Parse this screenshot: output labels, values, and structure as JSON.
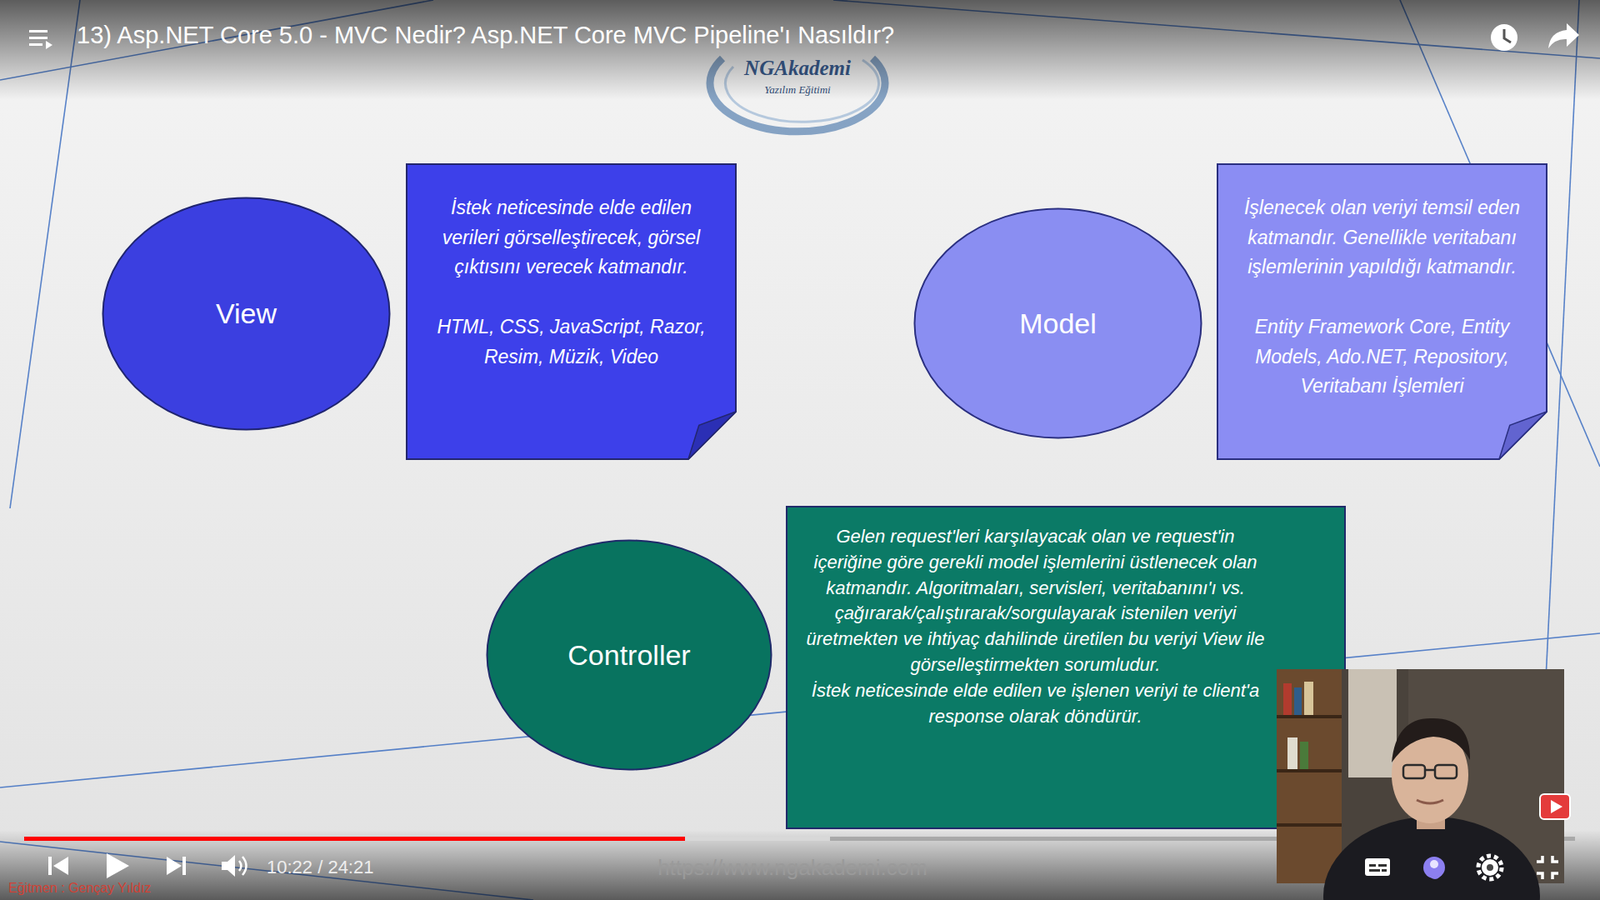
{
  "diagram": {
    "nodes": [
      {
        "text": [
          "View"
        ]
      },
      {
        "text": [
          "İstek neticesinde elde edilen verileri görselleştirecek, görsel çıktısını verecek katmandır.",
          "HTML, CSS, JavaScript, Razor, Resim, Müzik, Video"
        ]
      },
      {
        "text": [
          "Model"
        ]
      },
      {
        "text": [
          "İşlenecek olan veriyi temsil eden katmandır. Genellikle veritabanı işlemlerinin yapıldığı katmandır.",
          "Entity Framework Core, Entity Models, Ado.NET, Repository, Veritabanı İşlemleri"
        ]
      },
      {
        "text": [
          "Controller"
        ]
      },
      {
        "text": [
          "Gelen request'leri karşılayacak olan ve request'in içeriğine göre gerekli model işlemlerini üstlenecek olan katmandır. Algoritmaları, servisleri, veritabanını'ı vs. çağırarak/çalıştırarak/sorgulayarak istenilen veriyi üretmekten ve ihtiyaç dahilinde üretilen bu veriyi View ile görselleştirmekten sorumludur.",
          "İstek neticesinde elde edilen ve işlenen veriyi te client'a response olarak döndürür."
        ]
      }
    ],
    "labels": [
      "13) Asp.NET Core 5.0 - MVC Nedir? Asp.NET Core MVC Pipeline'ı Nasıldır?",
      "NGAkademi",
      "Yazılım Eğitimi",
      "10:22 / 24:21",
      "https://www.ngakademi.com",
      "Eğitmen : Gençay Yıldız"
    ]
  }
}
